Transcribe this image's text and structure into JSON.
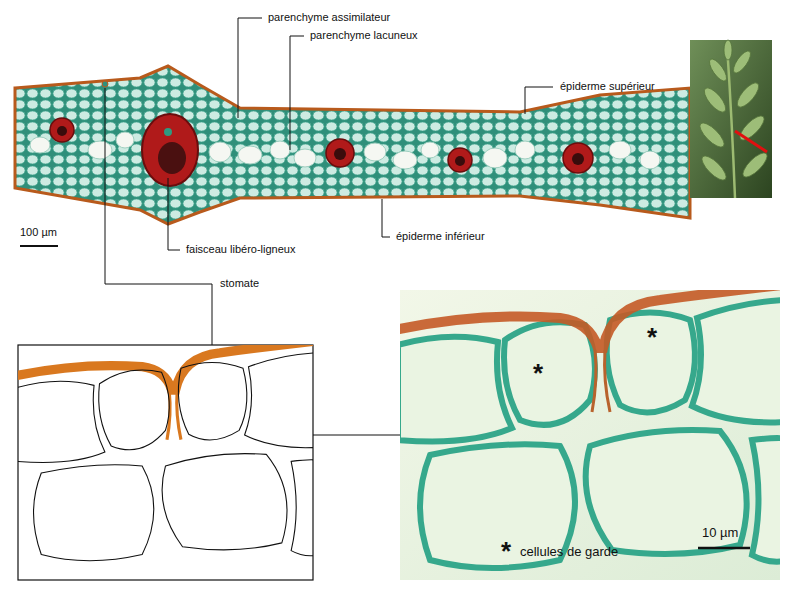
{
  "diagram": {
    "labels": [
      "parenchyme assimilateur",
      "parenchyme lacuneux",
      "épiderme supérieur",
      "faisceau libéro-ligneux",
      "épiderme inférieur",
      "100 µm",
      "stomate",
      "*",
      "*",
      "*",
      "10 µm"
    ],
    "legend": [
      {
        "text": "cellules de garde"
      }
    ]
  }
}
